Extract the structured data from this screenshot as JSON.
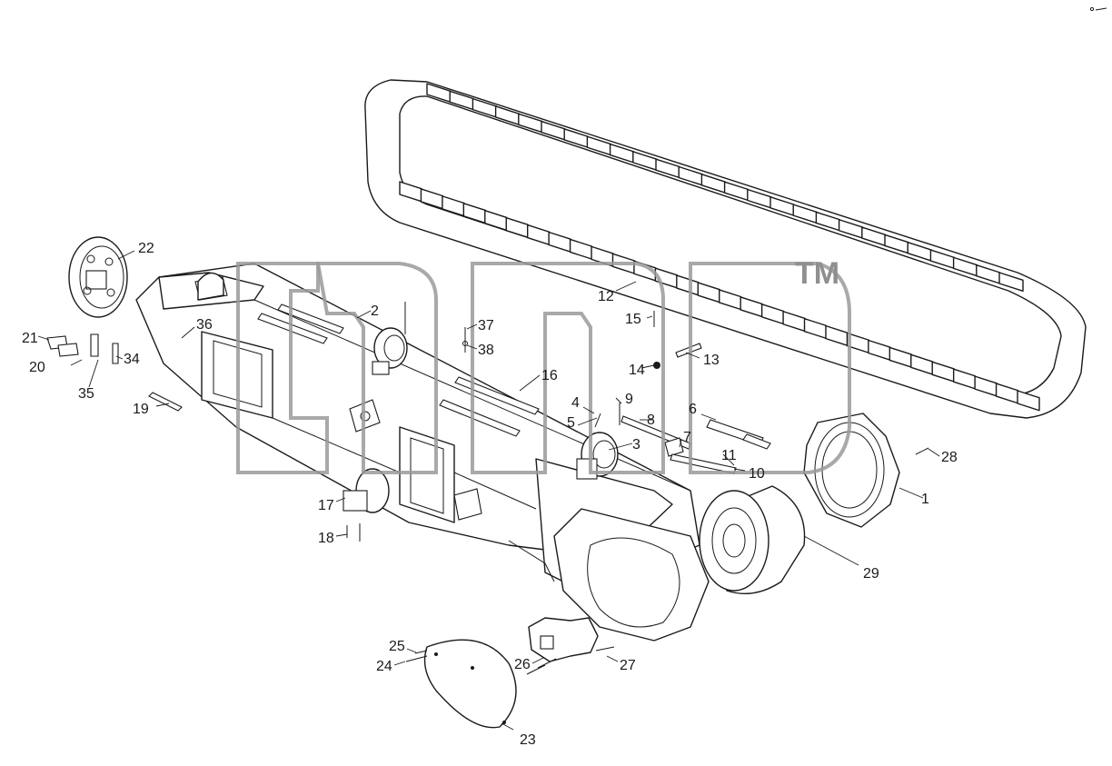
{
  "drawing": {
    "kind": "exploded parts diagram",
    "colors": {
      "line": "#1a1a1a",
      "watermark": "#9a9a9a",
      "background": "#ffffff"
    }
  },
  "watermark": {
    "trademark": "TM"
  },
  "callouts": [
    {
      "id": "1",
      "label": "1"
    },
    {
      "id": "2",
      "label": "2"
    },
    {
      "id": "3",
      "label": "3"
    },
    {
      "id": "4",
      "label": "4"
    },
    {
      "id": "5",
      "label": "5"
    },
    {
      "id": "6",
      "label": "6"
    },
    {
      "id": "7",
      "label": "7"
    },
    {
      "id": "8",
      "label": "8"
    },
    {
      "id": "9",
      "label": "9"
    },
    {
      "id": "10",
      "label": "10"
    },
    {
      "id": "11",
      "label": "11"
    },
    {
      "id": "12",
      "label": "12"
    },
    {
      "id": "13",
      "label": "13"
    },
    {
      "id": "14",
      "label": "14"
    },
    {
      "id": "15",
      "label": "15"
    },
    {
      "id": "16",
      "label": "16"
    },
    {
      "id": "17",
      "label": "17"
    },
    {
      "id": "18",
      "label": "18"
    },
    {
      "id": "19",
      "label": "19"
    },
    {
      "id": "20",
      "label": "20"
    },
    {
      "id": "21",
      "label": "21"
    },
    {
      "id": "22",
      "label": "22"
    },
    {
      "id": "23",
      "label": "23"
    },
    {
      "id": "24",
      "label": "24"
    },
    {
      "id": "25",
      "label": "25"
    },
    {
      "id": "26",
      "label": "26"
    },
    {
      "id": "27",
      "label": "27"
    },
    {
      "id": "28",
      "label": "28"
    },
    {
      "id": "29",
      "label": "29"
    },
    {
      "id": "34",
      "label": "34"
    },
    {
      "id": "35",
      "label": "35"
    },
    {
      "id": "36",
      "label": "36"
    },
    {
      "id": "37",
      "label": "37"
    },
    {
      "id": "38",
      "label": "38"
    }
  ]
}
